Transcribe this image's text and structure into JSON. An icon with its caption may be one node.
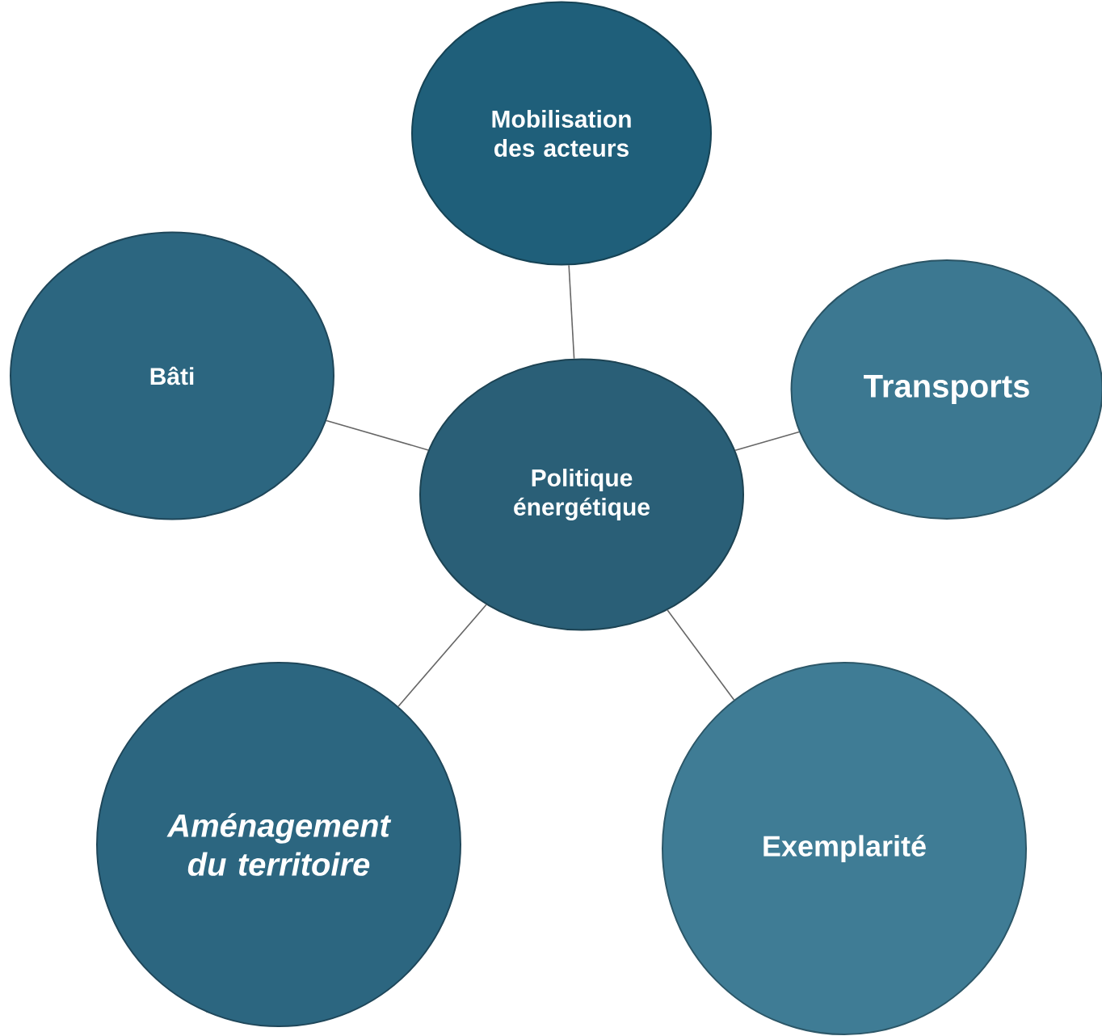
{
  "diagram": {
    "nodes": [
      {
        "text": [
          "Mobilisation des acteurs"
        ]
      },
      {
        "text": [
          "Bâti"
        ]
      },
      {
        "text": [
          "Transports"
        ]
      },
      {
        "text": [
          "Politique énergétique"
        ]
      },
      {
        "text": [
          "Aménagement du territoire"
        ]
      },
      {
        "text": [
          "Exemplarité"
        ]
      }
    ],
    "edges": [
      {
        "from": 3,
        "to": 0,
        "arrow": "none"
      },
      {
        "from": 3,
        "to": 1,
        "arrow": "none"
      },
      {
        "from": 3,
        "to": 2,
        "arrow": "none"
      },
      {
        "from": 3,
        "to": 4,
        "arrow": "none"
      },
      {
        "from": 3,
        "to": 5,
        "arrow": "none"
      }
    ]
  }
}
